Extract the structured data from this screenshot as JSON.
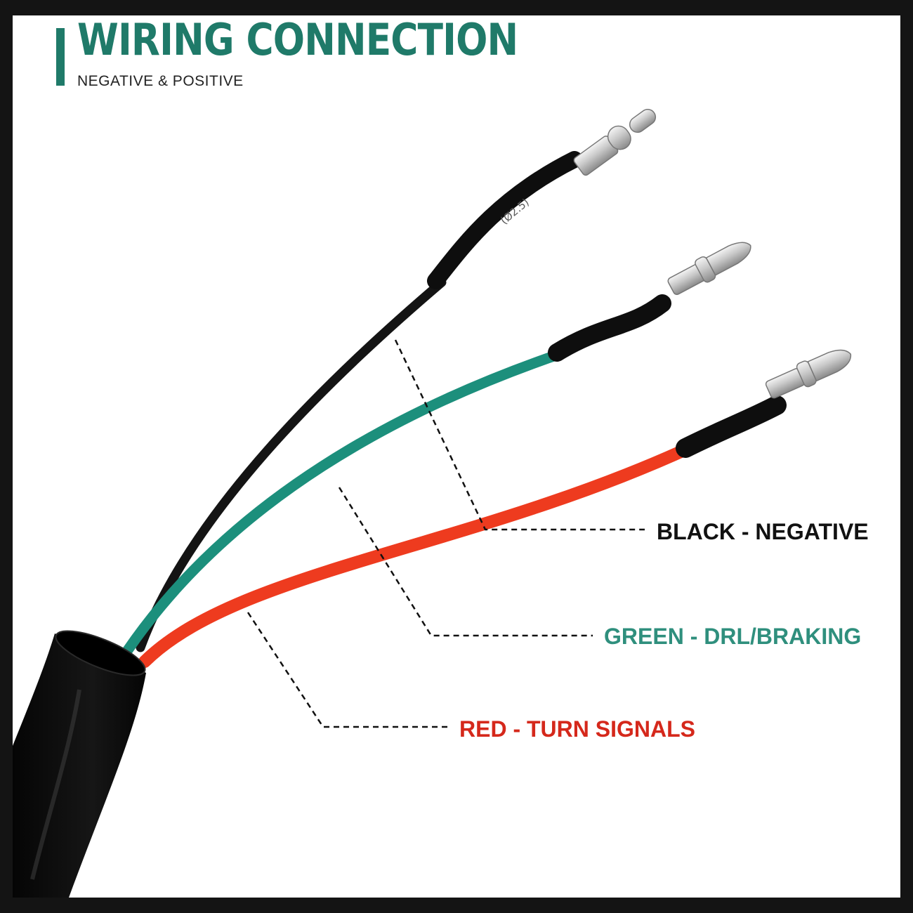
{
  "header": {
    "title": "WIRING CONNECTION",
    "subtitle": "NEGATIVE & POSITIVE"
  },
  "wires": [
    {
      "color_name": "black",
      "color": "#141414",
      "label": "BLACK - NEGATIVE",
      "label_color": "#111111"
    },
    {
      "color_name": "green",
      "color": "#1c8f7c",
      "label": "GREEN - DRL/BRAKING",
      "label_color": "#2f8f7d"
    },
    {
      "color_name": "red",
      "color": "#ee3b1f",
      "label": "RED - TURN SIGNALS",
      "label_color": "#d5281b"
    }
  ],
  "sleeve_marking": "(Ø2.5)",
  "colors": {
    "accent": "#1f7a69",
    "cable_jacket": "#0b0b0b",
    "terminal_metal": "#d4d4d4"
  }
}
